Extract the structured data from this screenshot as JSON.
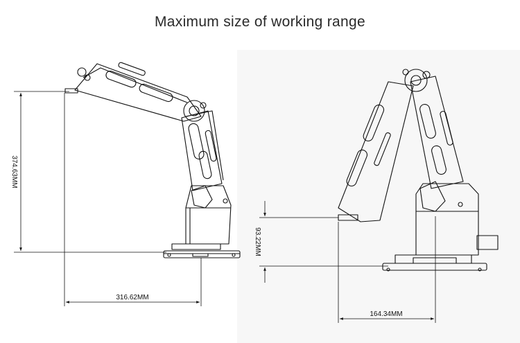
{
  "title": "Maximum size of working range",
  "left_figure": {
    "height_label": "374.63MM",
    "reach_label": "316.62MM"
  },
  "right_figure": {
    "height_label": "93.22MM",
    "reach_label": "164.34MM"
  }
}
